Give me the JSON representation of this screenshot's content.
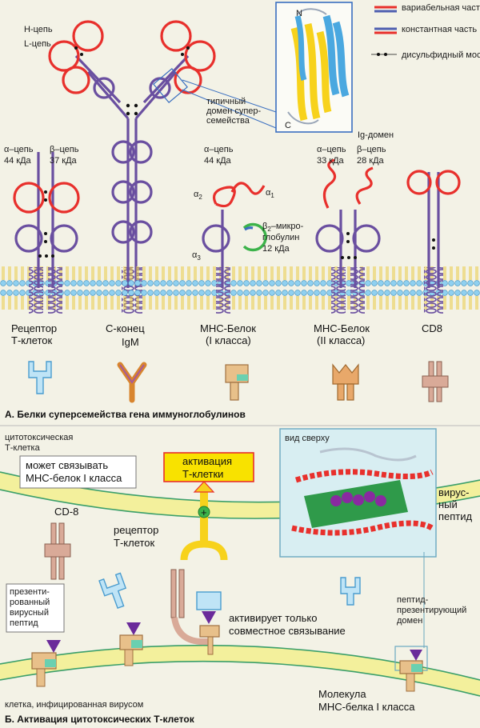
{
  "legend": {
    "variable": "вариабельная часть",
    "constant": "константная часть",
    "disulfide": "дисульфидный мостик",
    "colors": {
      "variable": "#e8302c",
      "constant": "#4f5fb0",
      "membrane_top": "#8fd0f0",
      "membrane_mid": "#f3ef6a",
      "accent": "#f7d21c"
    }
  },
  "section_a": {
    "caption": "А. Белки суперсемейства гена иммуноглобулинов",
    "igm_labels": {
      "h_chain": "Н-цепь",
      "l_chain": "L-цепь",
      "c_end": "С-конец",
      "name": "IgM"
    },
    "domain_callout": "типичный домен суперсемейства",
    "ig_domain": "Ig-домен",
    "ig_n": "N",
    "ig_c": "C",
    "tcr": {
      "alpha": "α–цепь",
      "alpha_kda": "44 кДа",
      "beta": "β–цепь",
      "beta_kda": "37 кДа",
      "name1": "Рецептор",
      "name2": "Т-клеток"
    },
    "mhc1": {
      "alpha": "α–цепь",
      "alpha_kda": "44 кДа",
      "a1": "α",
      "a1_sub": "1",
      "a2": "α",
      "a2_sub": "2",
      "a3": "α",
      "a3_sub": "3",
      "b2m_1": "β",
      "b2m_sub": "2",
      "b2m_2": "–микро-",
      "b2m_3": "глобулин",
      "b2m_kda": "12 кДа",
      "name1": "МНС-Белок",
      "name2": "(I класса)"
    },
    "mhc2": {
      "alpha": "α–цепь",
      "alpha_kda": "33 кДа",
      "beta": "β–цепь",
      "beta_kda": "28 кДа",
      "name1": "МНС-Белок",
      "name2": "(II класса)"
    },
    "cd8": {
      "name": "CD8"
    }
  },
  "section_b": {
    "caption": "Б. Активация цитотоксических Т-клеток",
    "cytotoxic_1": "цитотоксическая",
    "cytotoxic_2": "Т-клетка",
    "binds_1": "может связывать",
    "binds_2": "МНС-белок I класса",
    "cd8": "CD-8",
    "receptor_1": "рецептор",
    "receptor_2": "Т-клеток",
    "activation_1": "активация",
    "activation_2": "Т-клетки",
    "plus": "+",
    "top_view": "вид сверху",
    "viral_1": "вирус-",
    "viral_2": "ный",
    "viral_3": "пептид",
    "presented_1": "презенти-",
    "presented_2": "рованный",
    "presented_3": "вирусный",
    "presented_4": "пептид",
    "co_binding_1": "активирует только",
    "co_binding_2": "совместное связывание",
    "peptide_domain_1": "пептид-",
    "peptide_domain_2": "презентирующий",
    "peptide_domain_3": "домен",
    "infected_cell": "клетка, инфицированная вирусом",
    "mhc_molecule_1": "Молекула",
    "mhc_molecule_2": "МНС-белка I класса"
  }
}
